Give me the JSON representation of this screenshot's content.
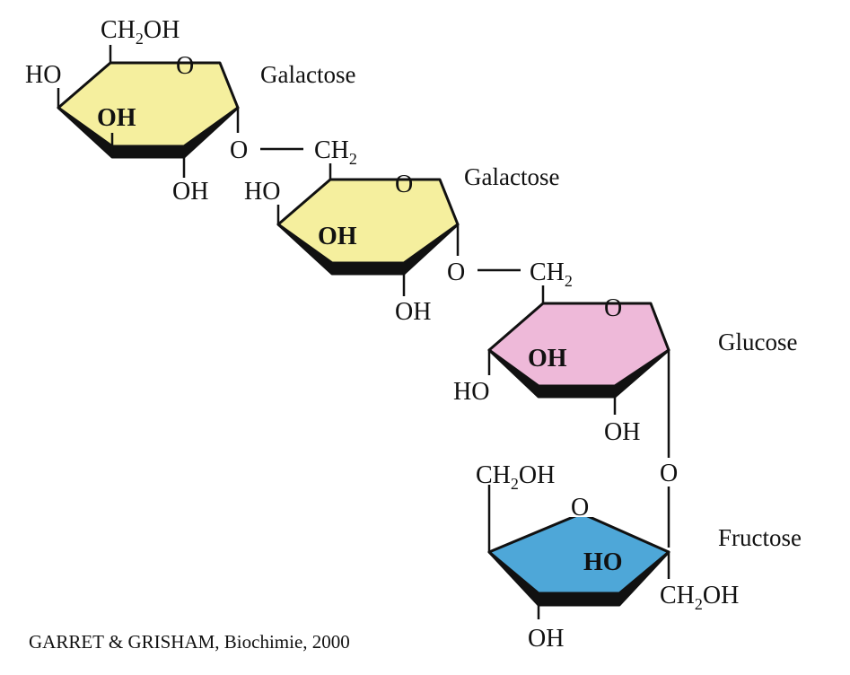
{
  "colors": {
    "galactose_ring": "#f5ef9e",
    "glucose_ring": "#eeb9d9",
    "fructose_ring": "#4ea7d8",
    "ink": "#111111"
  },
  "labels": {
    "galactose_1": "Galactose",
    "galactose_2": "Galactose",
    "glucose": "Glucose",
    "fructose": "Fructose",
    "credit": "GARRET & GRISHAM, Biochimie, 2000"
  },
  "groups": {
    "o_ring": "O",
    "o_link": "O",
    "oh": "OH",
    "ho": "HO",
    "ch2": "CH",
    "ch2oh_prefix": "CH",
    "sub_2": "2",
    "oh_suffix": "OH"
  }
}
